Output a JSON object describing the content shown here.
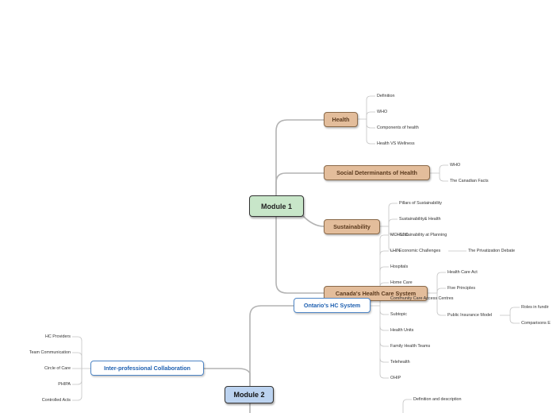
{
  "central": {
    "module1": "Module 1",
    "module2": "Module 2"
  },
  "topics": {
    "health": "Health",
    "sdoh": "Social Determinants of Health",
    "sustainability": "Sustainability",
    "canada_hcs": "Canada's Health Care System",
    "ontario_hcs": "Ontario's HC System",
    "interprof": "Inter-professional Collaboration"
  },
  "leaves": {
    "health": [
      "Definition",
      "WHO",
      "Components of health",
      "Health VS Wellness"
    ],
    "sdoh": [
      "WHO",
      "The Canadian Facts"
    ],
    "sustainability": [
      "Pillars of Sustainability",
      "Sustainability& Health",
      "Sustainability at Planning",
      "Economic Challenges"
    ],
    "privatization": "The Privatization Debate",
    "canada": [
      "Health Care Act",
      "Five Principles",
      "Public Insurance Model"
    ],
    "insurance": [
      "Roles in fundir",
      "Comparisons E"
    ],
    "ontario": [
      "MOHLTC",
      "LHIN",
      "Hospitals",
      "Home Care",
      "Community Care Access Centres",
      "Subtopic",
      "Health Units",
      "Family Health Teams",
      "Telehealth",
      "OHIP"
    ],
    "interprof": [
      "HC Providers",
      "Team Communication",
      "Circle of Care",
      "PHIPA",
      "Controlled Acts"
    ],
    "module2_extra": [
      "Definition and description"
    ]
  },
  "colors": {
    "connector": "#b0b0b0",
    "central_green": "#c8e6c9",
    "central_blue": "#bcd3f0",
    "topic_tan": "#e3bd9b",
    "topic_blue_text": "#1d5fb0"
  }
}
